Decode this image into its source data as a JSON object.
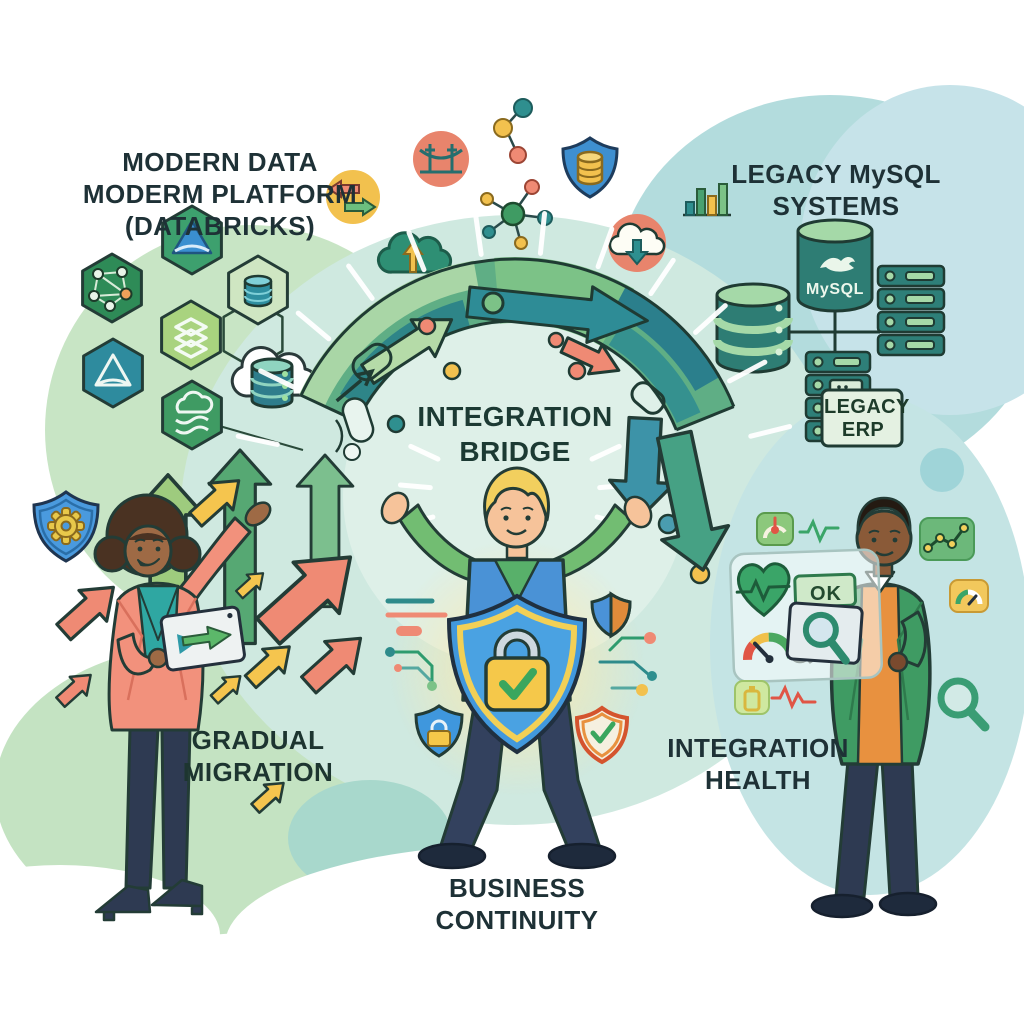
{
  "labels": {
    "modern_platform": {
      "line1": "MODERN DATA",
      "line2": "MODERM PLATFORM",
      "line3": "(DATABRICKS)"
    },
    "legacy_systems": {
      "line1": "LEGACY MySQL",
      "line2": "SYSTEMS"
    },
    "integration_bridge": {
      "line1": "INTEGRATION",
      "line2": "BRIDGE"
    },
    "gradual_migration": {
      "line1": "GRADUAL",
      "line2": "MIGRATION"
    },
    "business_continuity": {
      "line1": "BUSINESS",
      "line2": "CONTINUITY"
    },
    "integration_health": {
      "line1": "INTEGRATION",
      "line2": "HEALTH"
    },
    "legacy_erp": {
      "line1": "LEGACY",
      "line2": "ERP"
    },
    "mysql": "MySQL",
    "ok_badge": "OK"
  },
  "colors": {
    "teal_dark": "#2e7d74",
    "teal": "#2e8b8b",
    "green": "#3f9b63",
    "green_light": "#a9d6a6",
    "mint": "#cfe9e0",
    "blue": "#4198dd",
    "yellow": "#f2c14e",
    "salmon": "#ef8a74",
    "orange": "#e8913f",
    "navy": "#2e3a52",
    "ink": "#233c36",
    "glow": "#ffe9a8"
  },
  "icons": [
    "exchange-arrows-icon",
    "bridge-icon",
    "share-nodes-icon",
    "shield-database-icon",
    "network-nodes-icon",
    "cloud-upload-icon",
    "cloud-download-icon",
    "bar-chart-icon",
    "databricks-logo-hexagons",
    "gear-shield-icon",
    "lock-shield-icon",
    "check-shield-icon",
    "split-shield-icon",
    "heart-pulse-icon",
    "gauge-icon",
    "magnifier-icon",
    "thermometer-icon",
    "ecg-line-icon",
    "line-chart-icon",
    "battery-icon",
    "mysql-database-cylinder",
    "server-rack",
    "big-lock-shield",
    "up-arrows",
    "down-arrows",
    "integration-arch"
  ]
}
